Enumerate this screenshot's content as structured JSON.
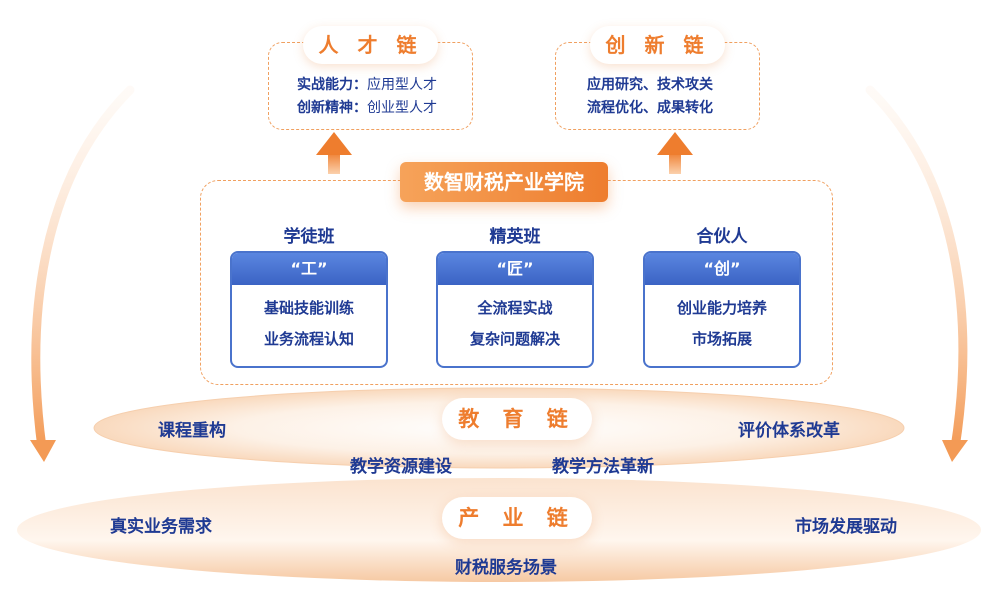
{
  "talent_chain": {
    "title": "人 才 链",
    "line1_key": "实战能力：",
    "line1_value": "应用型人才",
    "line2_key": "创新精神：",
    "line2_value": "创业型人才"
  },
  "innovation_chain": {
    "title": "创 新 链",
    "line1": "应用研究、技术攻关",
    "line2": "流程优化、成果转化"
  },
  "academy": {
    "title": "数智财税产业学院",
    "columns": [
      {
        "heading": "学徒班",
        "badge": "“工”",
        "lines": [
          "基础技能训练",
          "业务流程认知"
        ]
      },
      {
        "heading": "精英班",
        "badge": "“匠”",
        "lines": [
          "全流程实战",
          "复杂问题解决"
        ]
      },
      {
        "heading": "合伙人",
        "badge": "“创”",
        "lines": [
          "创业能力培养",
          "市场拓展"
        ]
      }
    ]
  },
  "education_chain": {
    "title": "教 育 链",
    "items": [
      "课程重构",
      "评价体系改革",
      "教学资源建设",
      "教学方法革新"
    ]
  },
  "industry_chain": {
    "title": "产 业 链",
    "items": [
      "真实业务需求",
      "市场发展驱动",
      "财税服务场景"
    ]
  },
  "colors": {
    "accent_orange": "#ee7d2e",
    "text_blue": "#1f3a93",
    "card_blue": "#4a73cc",
    "arrow_blue": "#3b63c4"
  }
}
